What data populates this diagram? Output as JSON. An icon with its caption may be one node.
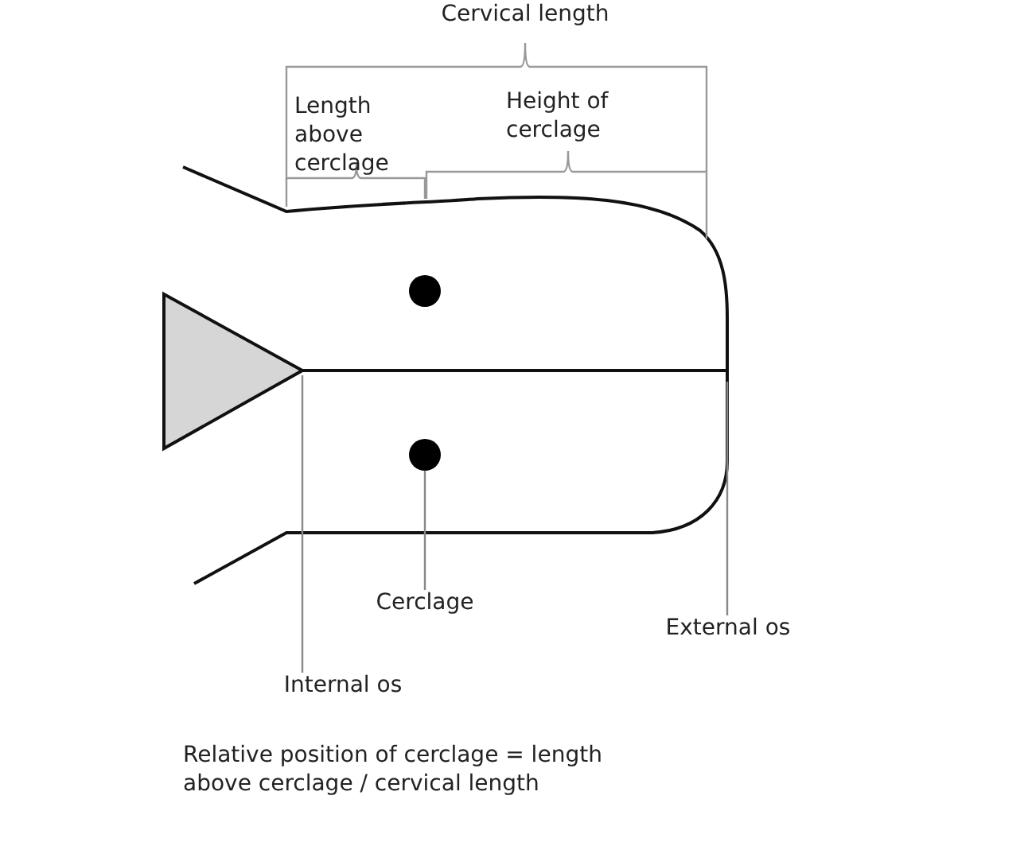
{
  "diagram": {
    "nodes": [
      {
        "text": [
          "Cerclage"
        ]
      },
      {
        "text": [],
        "shape": "circle"
      },
      {
        "text": [
          "External os"
        ]
      },
      {
        "text": [
          "Internal os"
        ]
      }
    ],
    "edges": [
      {
        "from": 0,
        "to": 1,
        "arrow": "none"
      },
      {
        "from": 2,
        "to": null,
        "arrow": "none"
      },
      {
        "from": 3,
        "to": null,
        "arrow": "none"
      }
    ],
    "labels": [
      "Cervical length",
      "Length above cerclage",
      "Height of cerclage",
      "Relative position of cerclage = length above cerclage / cervical length"
    ]
  }
}
